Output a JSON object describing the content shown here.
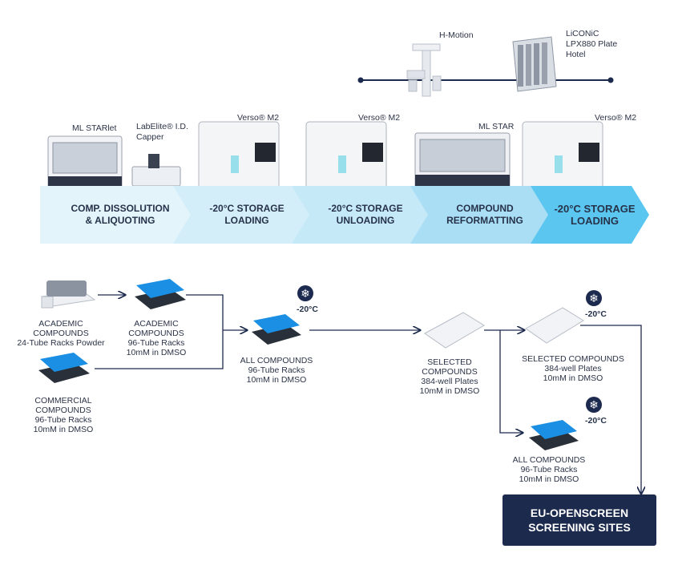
{
  "top_equipment": {
    "h_motion": "H-Motion",
    "liconic": [
      "LiCONiC",
      "LPX880 Plate",
      "Hotel"
    ]
  },
  "equipment_labels": {
    "ml_starlet": "ML STARlet",
    "labelite": [
      "LabElite® I.D.",
      "Capper"
    ],
    "verso_1": "Verso® M2",
    "verso_2": "Verso® M2",
    "ml_star": "ML STAR",
    "verso_3": "Verso® M2"
  },
  "workflow_steps": [
    {
      "line1": "COMP. DISSOLUTION",
      "line2": "& ALIQUOTING"
    },
    {
      "line1": "-20°C STORAGE",
      "line2": "LOADING"
    },
    {
      "line1": "-20°C STORAGE",
      "line2": "UNLOADING"
    },
    {
      "line1": "COMPOUND",
      "line2": "REFORMATTING"
    },
    {
      "line1": "-20°C STORAGE",
      "line2": "LOADING"
    }
  ],
  "flow": {
    "academic_powder": [
      "ACADEMIC",
      "COMPOUNDS",
      "24-Tube Racks Powder"
    ],
    "academic_dmso": [
      "ACADEMIC",
      "COMPOUNDS",
      "96-Tube Racks",
      "10mM in DMSO"
    ],
    "commercial": [
      "COMMERCIAL",
      "COMPOUNDS",
      "96-Tube Racks",
      "10mM in DMSO"
    ],
    "all_compounds": [
      "ALL COMPOUNDS",
      "96-Tube Racks",
      "10mM in DMSO"
    ],
    "selected_384": [
      "SELECTED",
      "COMPOUNDS",
      "384-well Plates",
      "10mM in DMSO"
    ],
    "selected_384_stored": [
      "SELECTED COMPOUNDS",
      "384-well Plates",
      "10mM in DMSO"
    ],
    "all_compounds_stored": [
      "ALL COMPOUNDS",
      "96-Tube Racks",
      "10mM in DMSO"
    ],
    "temp_1": "-20°C",
    "temp_2": "-20°C",
    "temp_3": "-20°C"
  },
  "destination": [
    "EU-OPENSCREEN",
    "SCREENING SITES"
  ],
  "colors": {
    "navy": "#1c2a4d",
    "arrow_light": "#e3f4fb",
    "arrow_mid": "#bfe6f7",
    "arrow_dark": "#5bc7f0",
    "tube_blue": "#1a8fe3"
  }
}
